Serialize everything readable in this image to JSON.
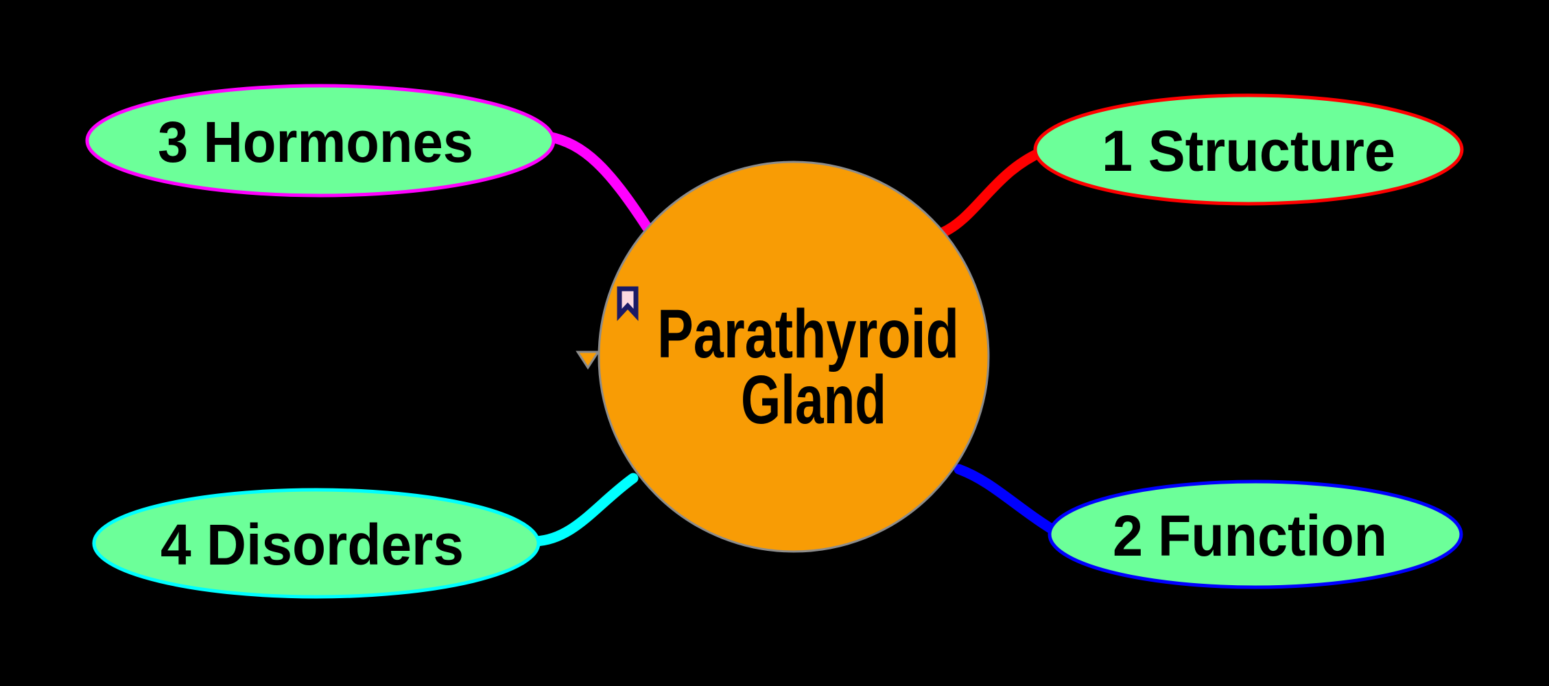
{
  "diagram": {
    "title": "Parathyroid Gland mind map",
    "colors": {
      "background": "#000000",
      "node_fill": "#6CFF99",
      "center_fill": "#F89C05",
      "center_border": "#8C8C8C",
      "text": "#000000",
      "bookmark_outline": "#1A1A66",
      "bookmark_fill": "#FBD9E1"
    },
    "center_node": {
      "line1": "Parathyroid",
      "line2": "Gland"
    },
    "branches": [
      {
        "label": "1 Structure",
        "color": "#FF0000",
        "position": "top-right"
      },
      {
        "label": "2 Function",
        "color": "#0000FF",
        "position": "bottom-right"
      },
      {
        "label": "3 Hormones",
        "color": "#FF00FF",
        "position": "top-left"
      },
      {
        "label": "4 Disorders",
        "color": "#00FFFF",
        "position": "bottom-left"
      }
    ],
    "icons": {
      "bookmark": "bookmark-icon",
      "fold": "fold-triangle-icon"
    }
  }
}
